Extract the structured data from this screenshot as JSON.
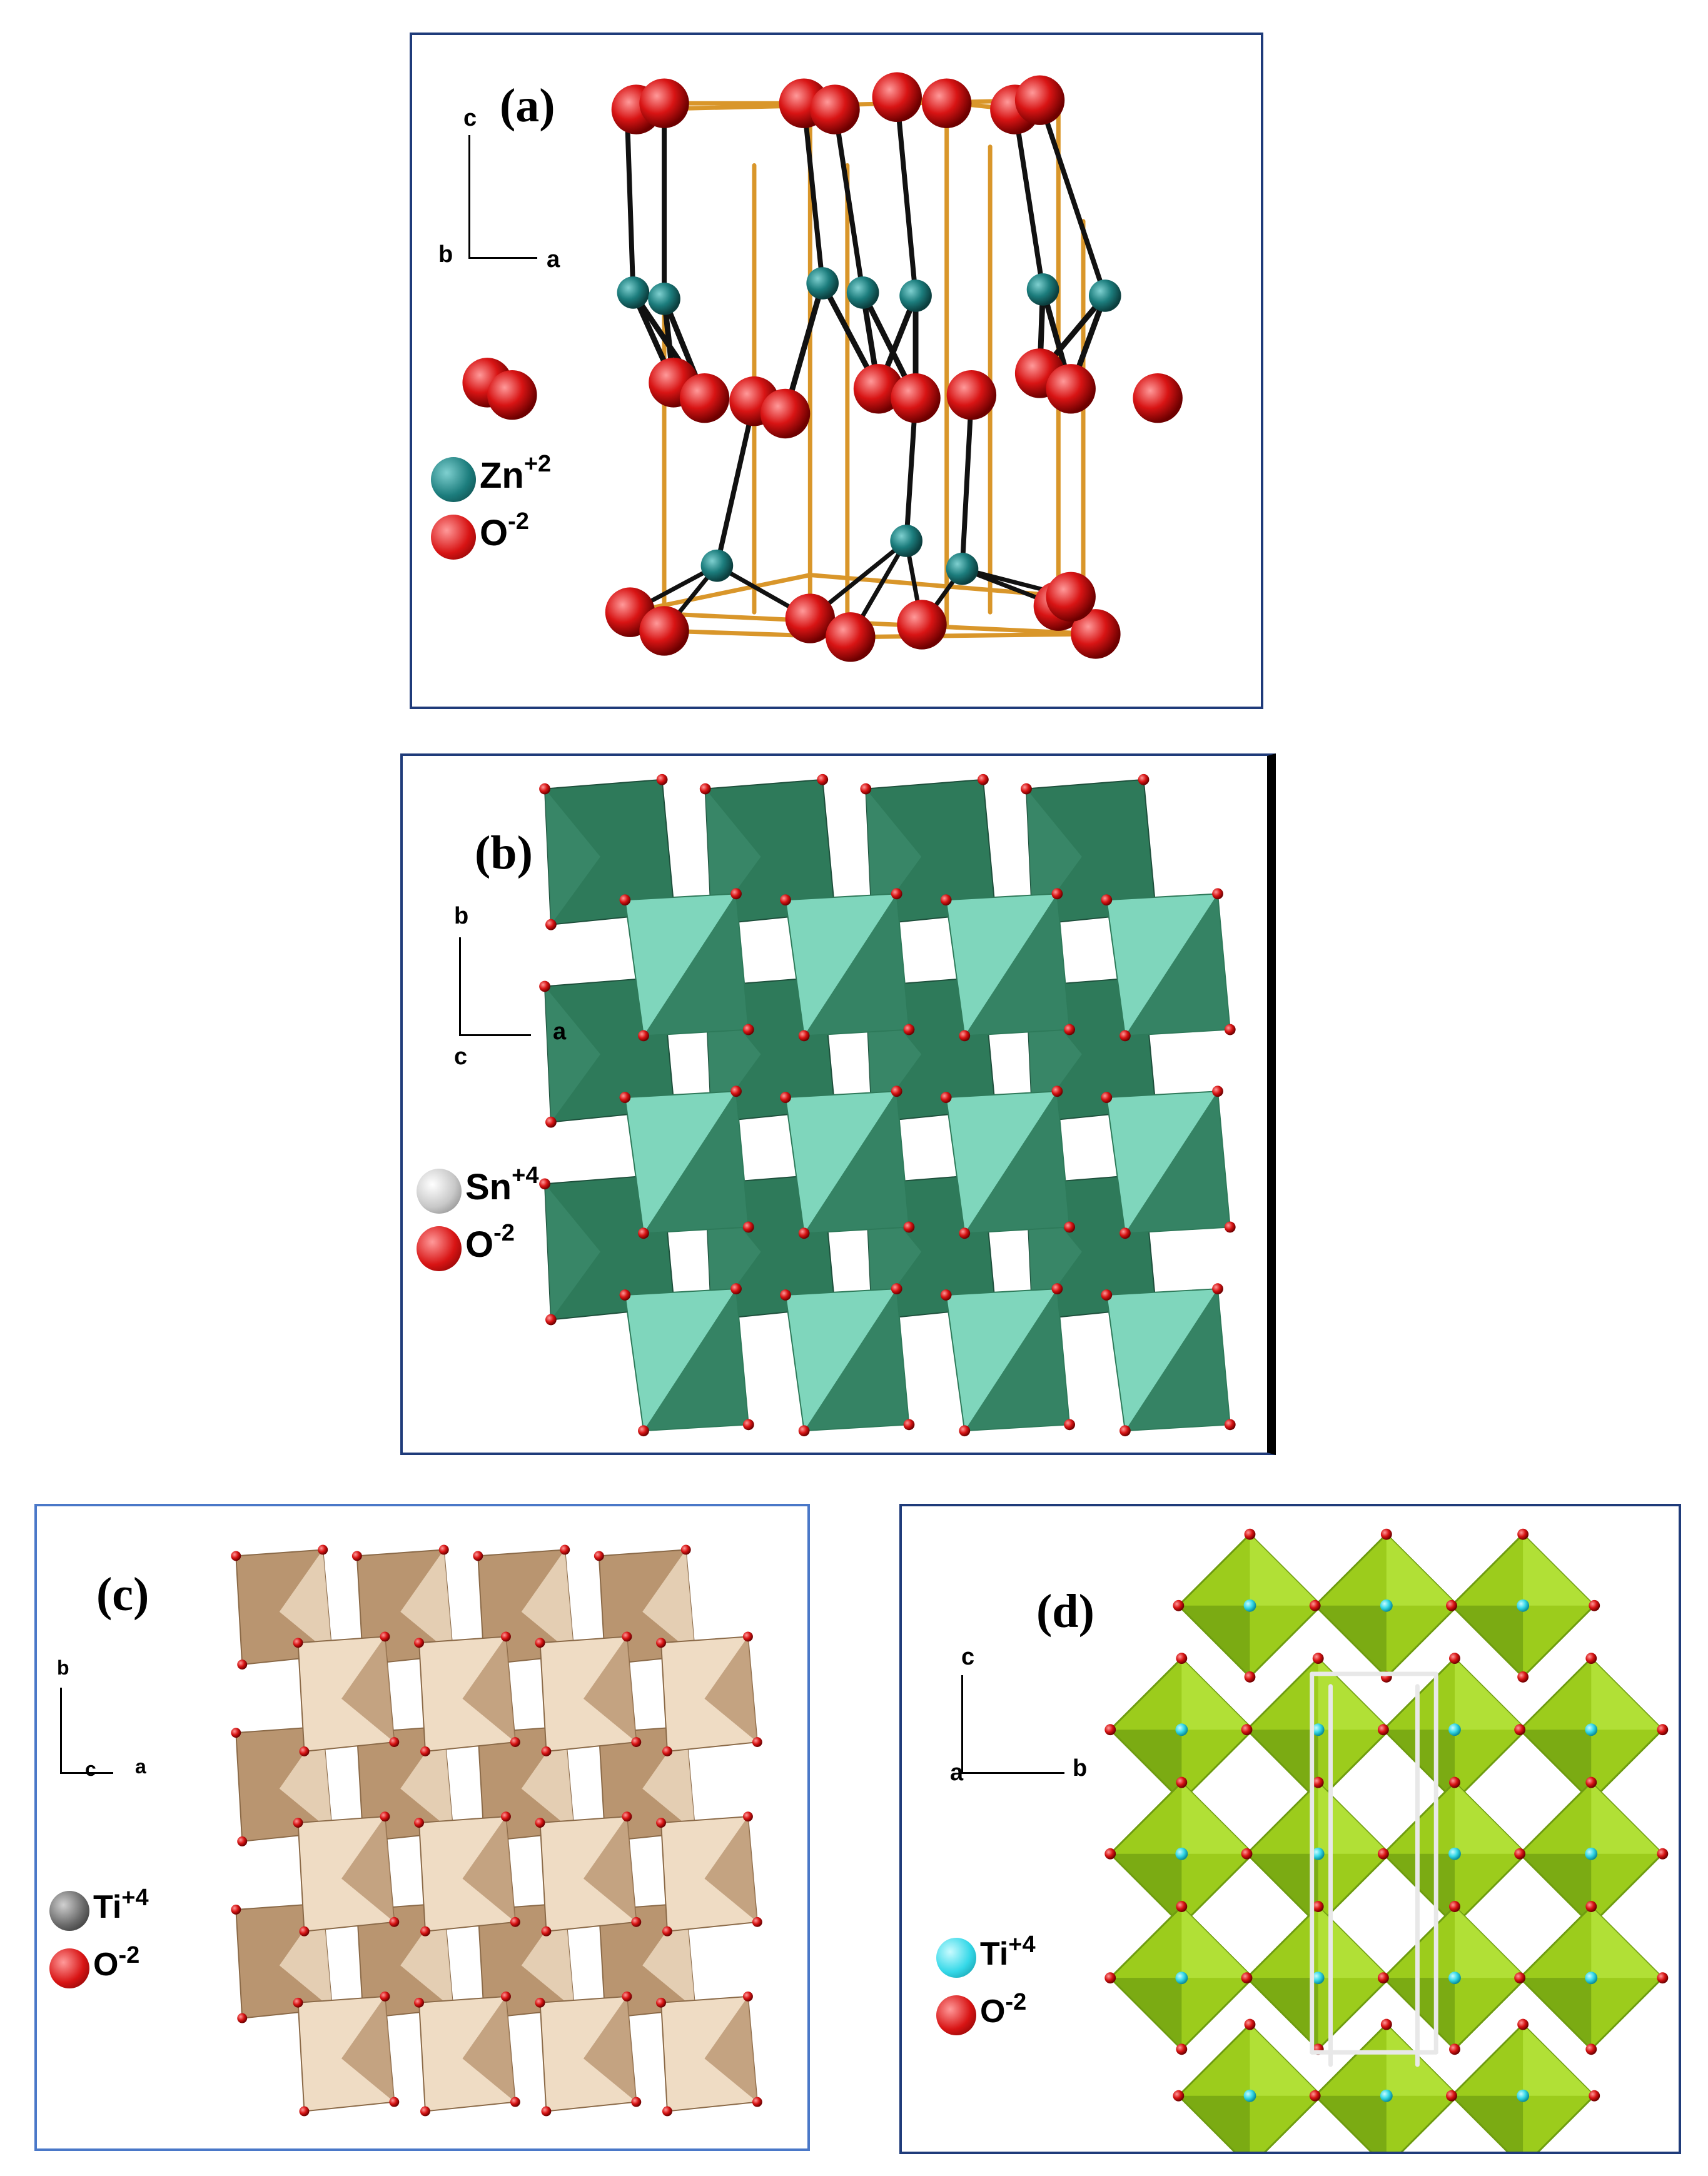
{
  "panels": {
    "a": {
      "label": "(a)",
      "axes": {
        "v": "c",
        "d": "b",
        "h": "a"
      },
      "legend": [
        {
          "el": "Zn",
          "charge": "+2",
          "color": "#1c7d7d"
        },
        {
          "el": "O",
          "charge": "-2",
          "color": "#d81414"
        }
      ]
    },
    "b": {
      "label": "(b)",
      "axes": {
        "v": "b",
        "d": "c",
        "h": "a"
      },
      "legend": [
        {
          "el": "Sn",
          "charge": "+4",
          "color": "#c8c8c8"
        },
        {
          "el": "O",
          "charge": "-2",
          "color": "#d81414"
        }
      ]
    },
    "c": {
      "label": "(c)",
      "axes": {
        "v": "b",
        "d": "c",
        "h": "a"
      },
      "legend": [
        {
          "el": "Ti",
          "charge": "+4",
          "color": "#6a6a6a"
        },
        {
          "el": "O",
          "charge": "-2",
          "color": "#d81414"
        }
      ]
    },
    "d": {
      "label": "(d)",
      "axes": {
        "v": "c",
        "d": "a",
        "h": "b"
      },
      "legend": [
        {
          "el": "Ti",
          "charge": "+4",
          "color": "#35d8e8"
        },
        {
          "el": "O",
          "charge": "-2",
          "color": "#d81414"
        }
      ]
    }
  },
  "colors": {
    "frame": "#1f3b7a",
    "frame_c": "#4a78c8",
    "oxygen": "#d81414",
    "zinc": "#1c7d7d",
    "bond_gold": "#d9962a",
    "rutile_dark": "#2e7a5a",
    "rutile_light": "#7fd6bc",
    "anatase_dark": "#b99570",
    "anatase_light": "#efdcc4",
    "perov": "#9ccc1c",
    "perov_dark": "#6e9c10"
  }
}
